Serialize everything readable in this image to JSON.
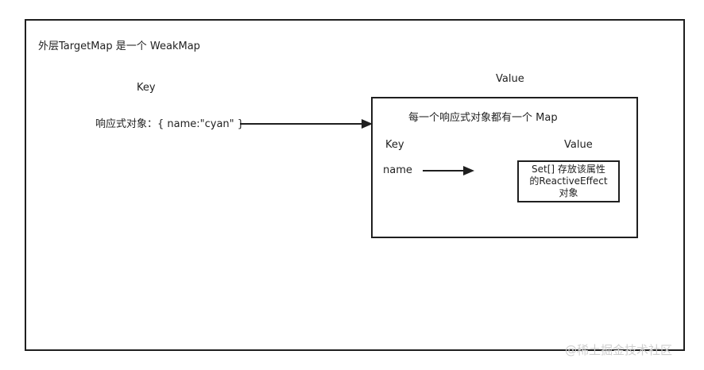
{
  "outer": {
    "title": "外层TargetMap 是一个 WeakMap",
    "key_header": "Key",
    "value_header": "Value",
    "key_entry": "响应式对象：{ name:\"cyan\" }"
  },
  "inner": {
    "title": "每一个响应式对象都有一个 Map",
    "key_header": "Key",
    "value_header": "Value",
    "key_entry": "name"
  },
  "set_box": {
    "text": "Set[] 存放该属性\n的ReactiveEffect\n对象"
  },
  "watermark": "@稀土掘金技术社区"
}
